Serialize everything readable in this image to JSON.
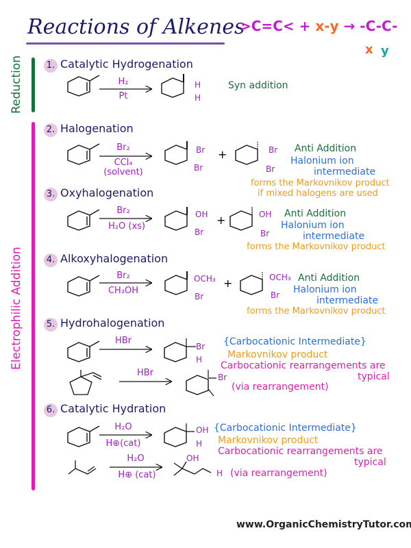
{
  "header": {
    "title": "Reactions of Alkenes",
    "general_eq": {
      "left": ">C=C<",
      "plus": "+",
      "xy": "x-y",
      "arrow": "→",
      "product": "-C-C-",
      "x": "x",
      "y": "y"
    }
  },
  "categories": {
    "reduction": "Reduction",
    "electrophilic": "Electrophilic Addition"
  },
  "colors": {
    "reduction_bar": "#17703a",
    "electrophilic_bar": "#e01fb0",
    "title": "#1c1a6b",
    "reagent": "#a020c0",
    "anti": "#17703a",
    "halonium": "#2a6ee0",
    "markovnikov": "#f29a1b",
    "rearrangement": "#e01fb0"
  },
  "sections": [
    {
      "num": "1.",
      "title": "Catalytic Hydrogenation",
      "reagent_top": "H₂",
      "reagent_bottom": "Pt",
      "product_labels": [
        "H",
        "H"
      ],
      "notes": [
        "Syn addition"
      ]
    },
    {
      "num": "2.",
      "title": "Halogenation",
      "reagent_top": "Br₂",
      "reagent_bottom": "CCl₄",
      "reagent_extra": "(solvent)",
      "product_labels": [
        "Br",
        "Br"
      ],
      "product2_labels": [
        "Br",
        "Br"
      ],
      "plus": "+",
      "notes": [
        "Anti Addition",
        "Halonium ion",
        "intermediate",
        "forms the Markovnikov product",
        "if mixed halogens are used"
      ]
    },
    {
      "num": "3.",
      "title": "Oxyhalogenation",
      "reagent_top": "Br₂",
      "reagent_bottom": "H₂O (xs)",
      "product_labels": [
        "OH",
        "Br"
      ],
      "product2_labels": [
        "OH",
        "Br"
      ],
      "plus": "+",
      "notes": [
        "Anti Addition",
        "Halonium ion",
        "intermediate",
        "forms the Markovnikov product"
      ]
    },
    {
      "num": "4.",
      "title": "Alkoxyhalogenation",
      "reagent_top": "Br₂",
      "reagent_bottom": "CH₃OH",
      "product_labels": [
        "OCH₃",
        "Br"
      ],
      "product2_labels": [
        "OCH₃",
        "Br"
      ],
      "plus": "+",
      "notes": [
        "Anti Addition",
        "Halonium ion",
        "intermediate",
        "forms the Markovnikov product"
      ]
    },
    {
      "num": "5.",
      "title": "Hydrohalogenation",
      "reagent_top": "HBr",
      "reagent2_top": "HBr",
      "product_labels": [
        "Br",
        "H"
      ],
      "product2_labels": [
        "Br"
      ],
      "notes": [
        "{Carbocationic Intermediate}",
        "Markovnikov product",
        "Carbocationic rearrangements are",
        "typical",
        "(via rearrangement)"
      ]
    },
    {
      "num": "6.",
      "title": "Catalytic Hydration",
      "reagent_top": "H₂O",
      "reagent_bottom": "H⊕(cat)",
      "reagent2_top": "H₂O",
      "reagent2_bottom": "H⊕ (cat)",
      "product_labels": [
        "OH",
        "H"
      ],
      "product2_labels": [
        "OH",
        "H"
      ],
      "notes": [
        "{Carbocationic Intermediate}",
        "Markovnikov product",
        "Carbocationic rearrangements are",
        "typical",
        "(via rearrangement)"
      ]
    }
  ],
  "footer": {
    "website": "www.OrganicChemistryTutor.com"
  }
}
